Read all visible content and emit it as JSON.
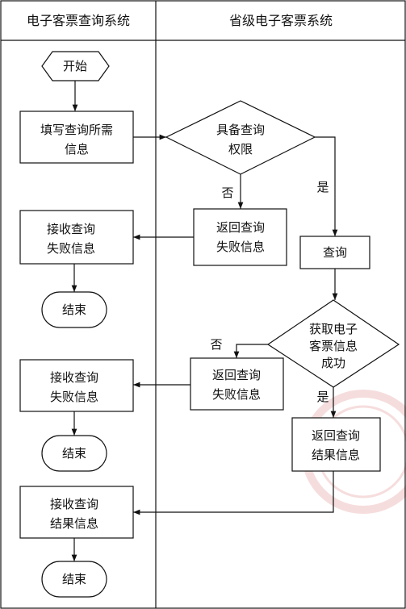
{
  "lanes": {
    "left": "电子客票查询系统",
    "right": "省级电子客票系统"
  },
  "nodes": {
    "start": "开始",
    "fill_info": [
      "填写查询所需",
      "信息"
    ],
    "check_auth": [
      "具备查询",
      "权限"
    ],
    "return_fail_1": [
      "返回查询",
      "失败信息"
    ],
    "receive_fail_1": [
      "接收查询",
      "失败信息"
    ],
    "end_1": "结束",
    "query": "查询",
    "get_ticket": [
      "获取电子",
      "客票信息",
      "成功"
    ],
    "return_fail_2": [
      "返回查询",
      "失败信息"
    ],
    "receive_fail_2": [
      "接收查询",
      "失败信息"
    ],
    "end_2": "结束",
    "return_result": [
      "返回查询",
      "结果信息"
    ],
    "receive_result": [
      "接收查询",
      "结果信息"
    ],
    "end_3": "结束"
  },
  "edge_labels": {
    "auth_no": "否",
    "auth_yes": "是",
    "get_no": "否",
    "get_yes": "是"
  },
  "colors": {
    "line": "#111111",
    "watermark": "#e8b4b4"
  }
}
